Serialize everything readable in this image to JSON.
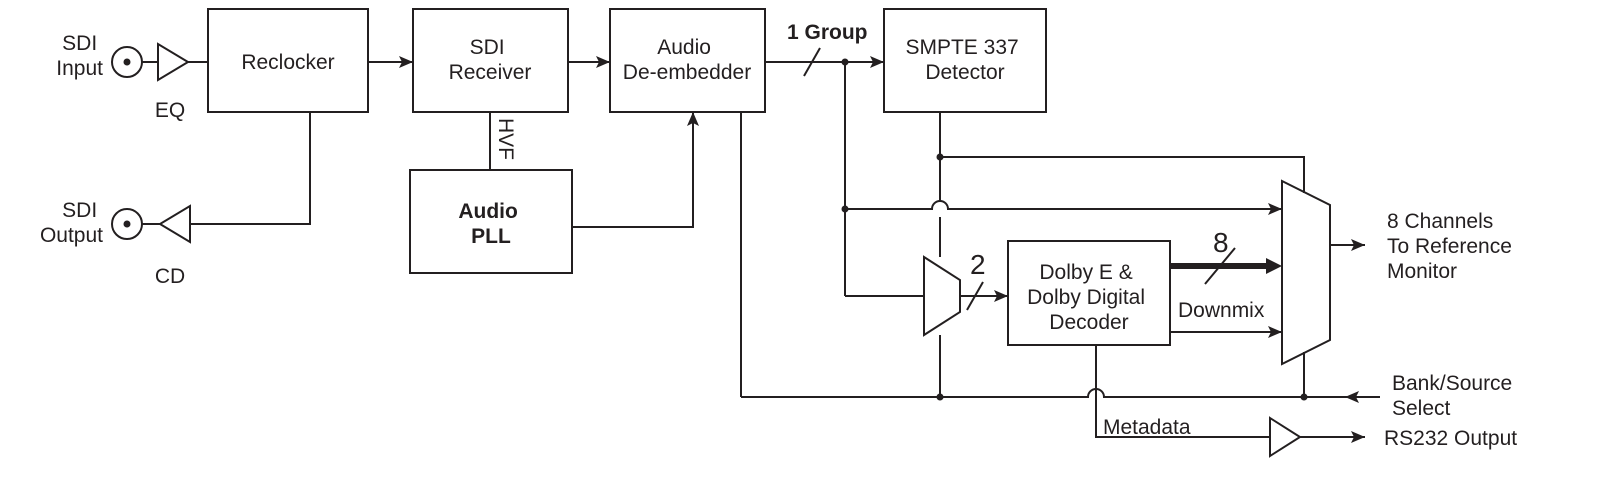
{
  "blocks": {
    "reclocker": "Reclocker",
    "sdi_receiver": [
      "SDI",
      "Receiver"
    ],
    "audio_deembedder": [
      "Audio",
      "De-embedder"
    ],
    "smpte_detector": [
      "SMPTE 337",
      "Detector"
    ],
    "audio_pll": [
      "Audio",
      "PLL"
    ],
    "dolby_decoder": [
      "Dolby E &",
      "Dolby Digital",
      "Decoder"
    ]
  },
  "labels": {
    "sdi_input": [
      "SDI",
      "Input"
    ],
    "sdi_output": [
      "SDI",
      "Output"
    ],
    "eq": "EQ",
    "cd": "CD",
    "hvf": "HVF",
    "one_group": "1 Group",
    "two": "2",
    "eight": "8",
    "downmix": "Downmix",
    "channels_out": [
      "8 Channels",
      "To Reference",
      "Monitor"
    ],
    "bank_select": [
      "Bank/Source",
      "Select"
    ],
    "metadata": "Metadata",
    "rs232": "RS232 Output"
  }
}
